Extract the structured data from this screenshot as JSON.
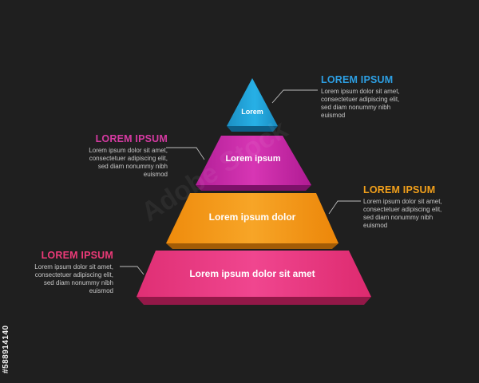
{
  "watermark": "Adobe Stock",
  "side_code": "#588914140",
  "colors": {
    "background": "#1f1f1f",
    "tier1": "#1ea1d8",
    "tier2": "#c72aa4",
    "tier3": "#f39a16",
    "tier4": "#ea3d82",
    "title_blue": "#2d9fe3",
    "title_magenta": "#d63aa2",
    "title_orange": "#f2a01b",
    "title_pink": "#ec3a78"
  },
  "pyramid": {
    "levels": [
      {
        "label": "Lorem"
      },
      {
        "label": "Lorem ipsum"
      },
      {
        "label": "Lorem ipsum dolor"
      },
      {
        "label": "Lorem ipsum dolor sit amet"
      }
    ]
  },
  "callouts": [
    {
      "title": "LOREM IPSUM",
      "body": "Lorem ipsum dolor sit amet, consectetuer adipiscing elit, sed diam nonummy nibh euismod"
    },
    {
      "title": "LOREM IPSUM",
      "body": "Lorem ipsum dolor sit amet, consectetuer adipiscing elit, sed diam nonummy nibh euismod"
    },
    {
      "title": "LOREM IPSUM",
      "body": "Lorem ipsum dolor sit amet, consectetuer adipiscing elit, sed diam nonummy nibh euismod"
    },
    {
      "title": "LOREM IPSUM",
      "body": "Lorem ipsum dolor sit amet, consectetuer adipiscing elit, sed diam nonummy nibh euismod"
    }
  ]
}
